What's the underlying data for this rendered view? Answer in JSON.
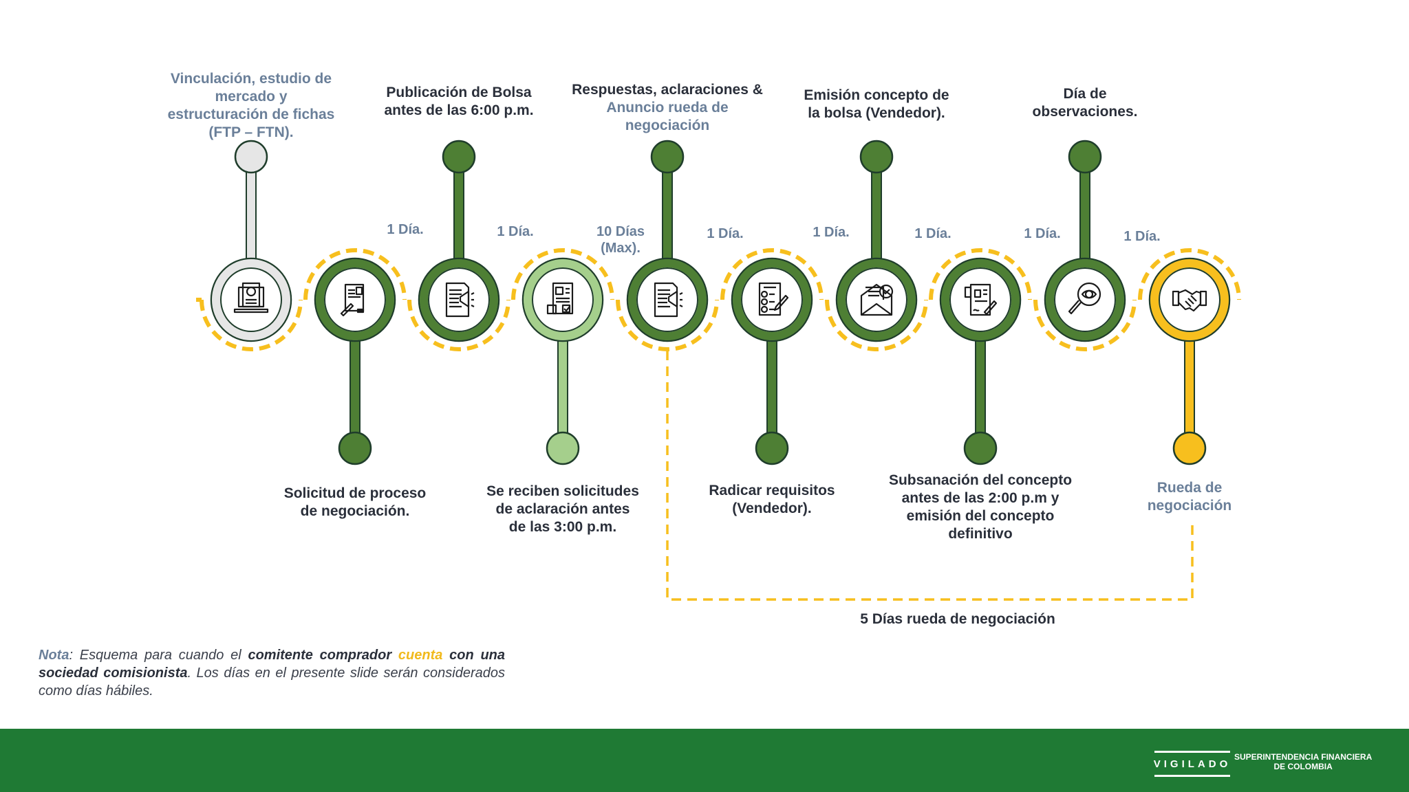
{
  "colors": {
    "green": "#4e7f34",
    "green_dark": "#1f3d2b",
    "light_green": "#a5cf8c",
    "gray": "#e6e6e6",
    "yellow": "#f7bf1e",
    "label_blue_gray": "#6a7f99",
    "text_dark": "#2a2f3a",
    "footer_green": "#1f7a34"
  },
  "steps": [
    {
      "id": 1,
      "label": [
        "Vinculación, estudio de",
        "mercado y",
        "estructuración de fichas",
        "(FTP – FTN)."
      ],
      "position": "top",
      "style": "gray",
      "icon": "laptop-profile-icon",
      "label_muted": true
    },
    {
      "id": 2,
      "label": [
        "Solicitud de proceso",
        "de negociación."
      ],
      "position": "bottom",
      "style": "green",
      "icon": "resume-document-pen-icon"
    },
    {
      "id": 3,
      "label": [
        "Publicación de Bolsa",
        "antes de las 6:00 p.m."
      ],
      "position": "top",
      "style": "green",
      "icon": "document-megaphone-icon"
    },
    {
      "id": 4,
      "label": [
        "Se reciben solicitudes",
        "de aclaración antes",
        "de las 3:00 p.m."
      ],
      "position": "bottom",
      "style": "light-green",
      "icon": "form-checkbox-hand-icon"
    },
    {
      "id": 5,
      "label": [
        "Respuestas, aclaraciones &",
        "Anuncio rueda de",
        "negociación"
      ],
      "position": "top",
      "style": "green",
      "icon": "document-megaphone-icon",
      "muted_lines": [
        1,
        2
      ]
    },
    {
      "id": 6,
      "label": [
        "Radicar requisitos",
        "(Vendedor)."
      ],
      "position": "bottom",
      "style": "green",
      "icon": "checklist-pen-icon"
    },
    {
      "id": 7,
      "label": [
        "Emisión concepto de",
        "la bolsa (Vendedor)."
      ],
      "position": "top",
      "style": "green",
      "icon": "envelope-check-icon"
    },
    {
      "id": 8,
      "label": [
        "Subsanación del concepto",
        "antes de las 2:00 p.m y",
        "emisión del concepto",
        "definitivo"
      ],
      "position": "bottom",
      "style": "green",
      "icon": "contract-signing-icon"
    },
    {
      "id": 9,
      "label": [
        "Día de",
        "observaciones."
      ],
      "position": "top",
      "style": "green",
      "icon": "magnifier-eye-icon"
    },
    {
      "id": 10,
      "label": [
        "Rueda de",
        "negociación"
      ],
      "position": "bottom",
      "style": "yellow",
      "icon": "handshake-icon",
      "label_muted": true
    }
  ],
  "durations": [
    [
      "1 Día."
    ],
    [
      "1 Día."
    ],
    [
      "10 Días",
      "(Max)."
    ],
    [
      "1 Día."
    ],
    [
      "1 Día."
    ],
    [
      "1 Día."
    ],
    [
      "1 Día."
    ],
    [
      "1 Día."
    ]
  ],
  "bracket_label": "5 Días rueda de negociación",
  "note": {
    "prefix": "Nota",
    "t1": ": Esquema para cuando el ",
    "b1": "comitente comprador",
    "y1": " cuenta",
    "b2": "con una sociedad comisionista",
    "t2": ". Los días en el presente slide serán considerados como días hábiles."
  },
  "footer": {
    "vigilado": "VIGILADO",
    "entity_line1": "SUPERINTENDENCIA FINANCIERA",
    "entity_line2": "DE COLOMBIA"
  }
}
